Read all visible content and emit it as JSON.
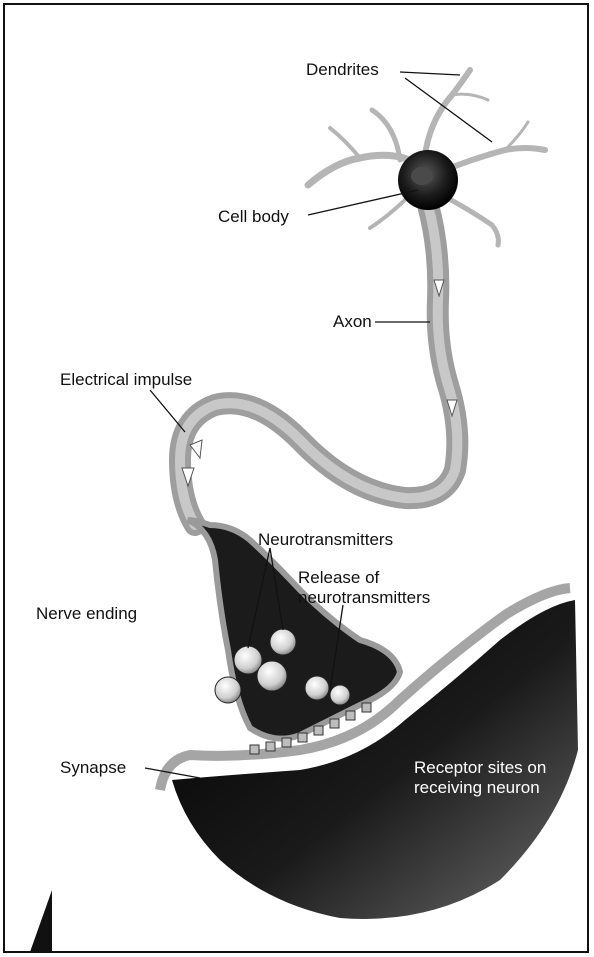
{
  "labels": {
    "dendrites": "Dendrites",
    "cell_body": "Cell body",
    "axon": "Axon",
    "electrical_impulse": "Electrical impulse",
    "neurotransmitters": "Neurotransmitters",
    "release_line1": "Release of",
    "release_line2": "neurotransmitters",
    "nerve_ending": "Nerve ending",
    "synapse": "Synapse",
    "receptor_line1": "Receptor sites on",
    "receptor_line2": "receiving neuron"
  },
  "colors": {
    "ink": "#111111",
    "membrane": "#b9b9b9",
    "terminal": "#1a1a1a",
    "receiving_neuron": "#0e0e0e",
    "vesicle": "#d9d9d9"
  }
}
